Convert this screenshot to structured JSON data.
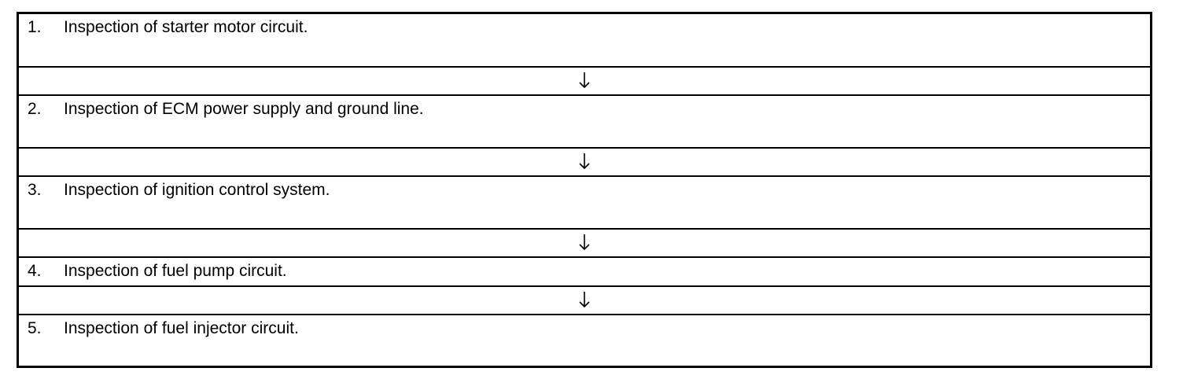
{
  "flow": {
    "steps": [
      {
        "number": "1.",
        "text": "Inspection of starter motor circuit."
      },
      {
        "number": "2.",
        "text": "Inspection of ECM power supply and ground line."
      },
      {
        "number": "3.",
        "text": "Inspection of ignition control system."
      },
      {
        "number": "4.",
        "text": "Inspection of fuel pump circuit."
      },
      {
        "number": "5.",
        "text": "Inspection of fuel injector circuit."
      }
    ],
    "arrow_icon": "down-arrow-icon"
  }
}
